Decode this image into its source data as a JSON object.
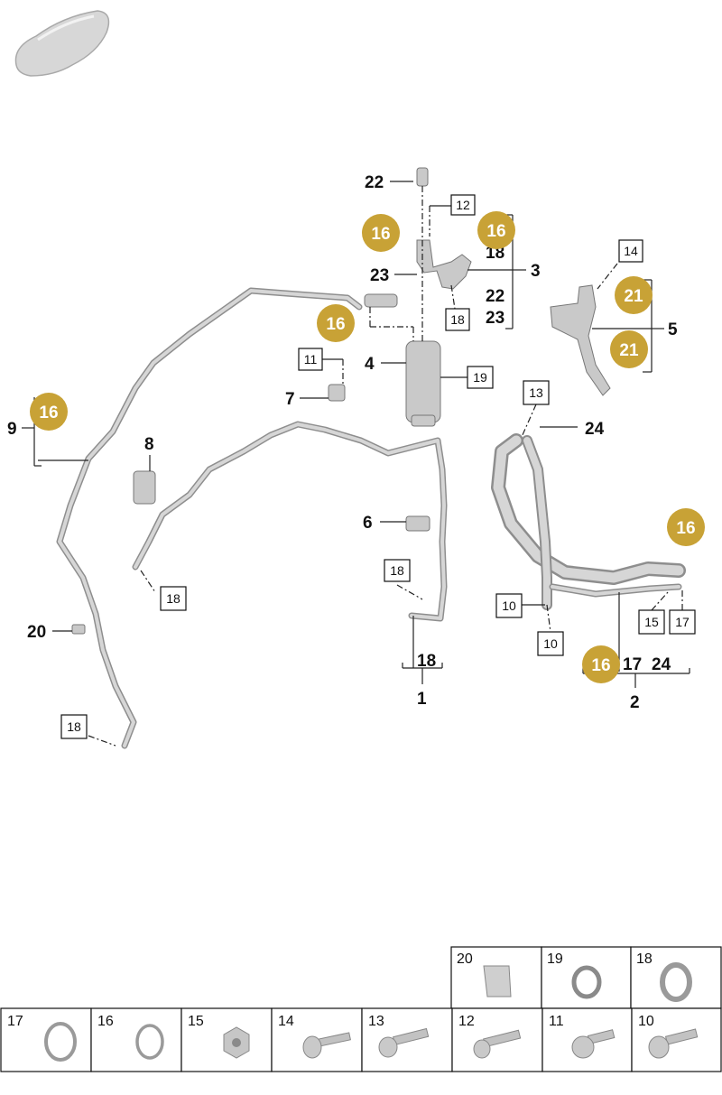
{
  "callouts": {
    "c1": "1",
    "c2": "2",
    "c3": "3",
    "c4": "4",
    "c5": "5",
    "c6": "6",
    "c7": "7",
    "c8": "8",
    "c9": "9",
    "c18a": "18",
    "c18b": "18",
    "c17": "17",
    "c24a": "24",
    "c24b": "24",
    "c22a": "22",
    "c22b": "22",
    "c23a": "23",
    "c23b": "23",
    "c20": "20"
  },
  "boxed": {
    "b12": "12",
    "b14": "14",
    "b18a": "18",
    "b11": "11",
    "b19": "19",
    "b13": "13",
    "b18b": "18",
    "b18c": "18",
    "b10a": "10",
    "b10b": "10",
    "b15": "15",
    "b17": "17",
    "b18d": "18"
  },
  "badges": {
    "g1": "16",
    "g2": "16",
    "g3": "16",
    "g4": "16",
    "g5": "16",
    "g6": "16",
    "g7": "21",
    "g8": "21"
  },
  "badge_color": "#c8a236",
  "parts_table": {
    "top_row": [
      "20",
      "19",
      "18"
    ],
    "bottom_row": [
      "17",
      "16",
      "15",
      "14",
      "13",
      "12",
      "11",
      "10"
    ]
  }
}
